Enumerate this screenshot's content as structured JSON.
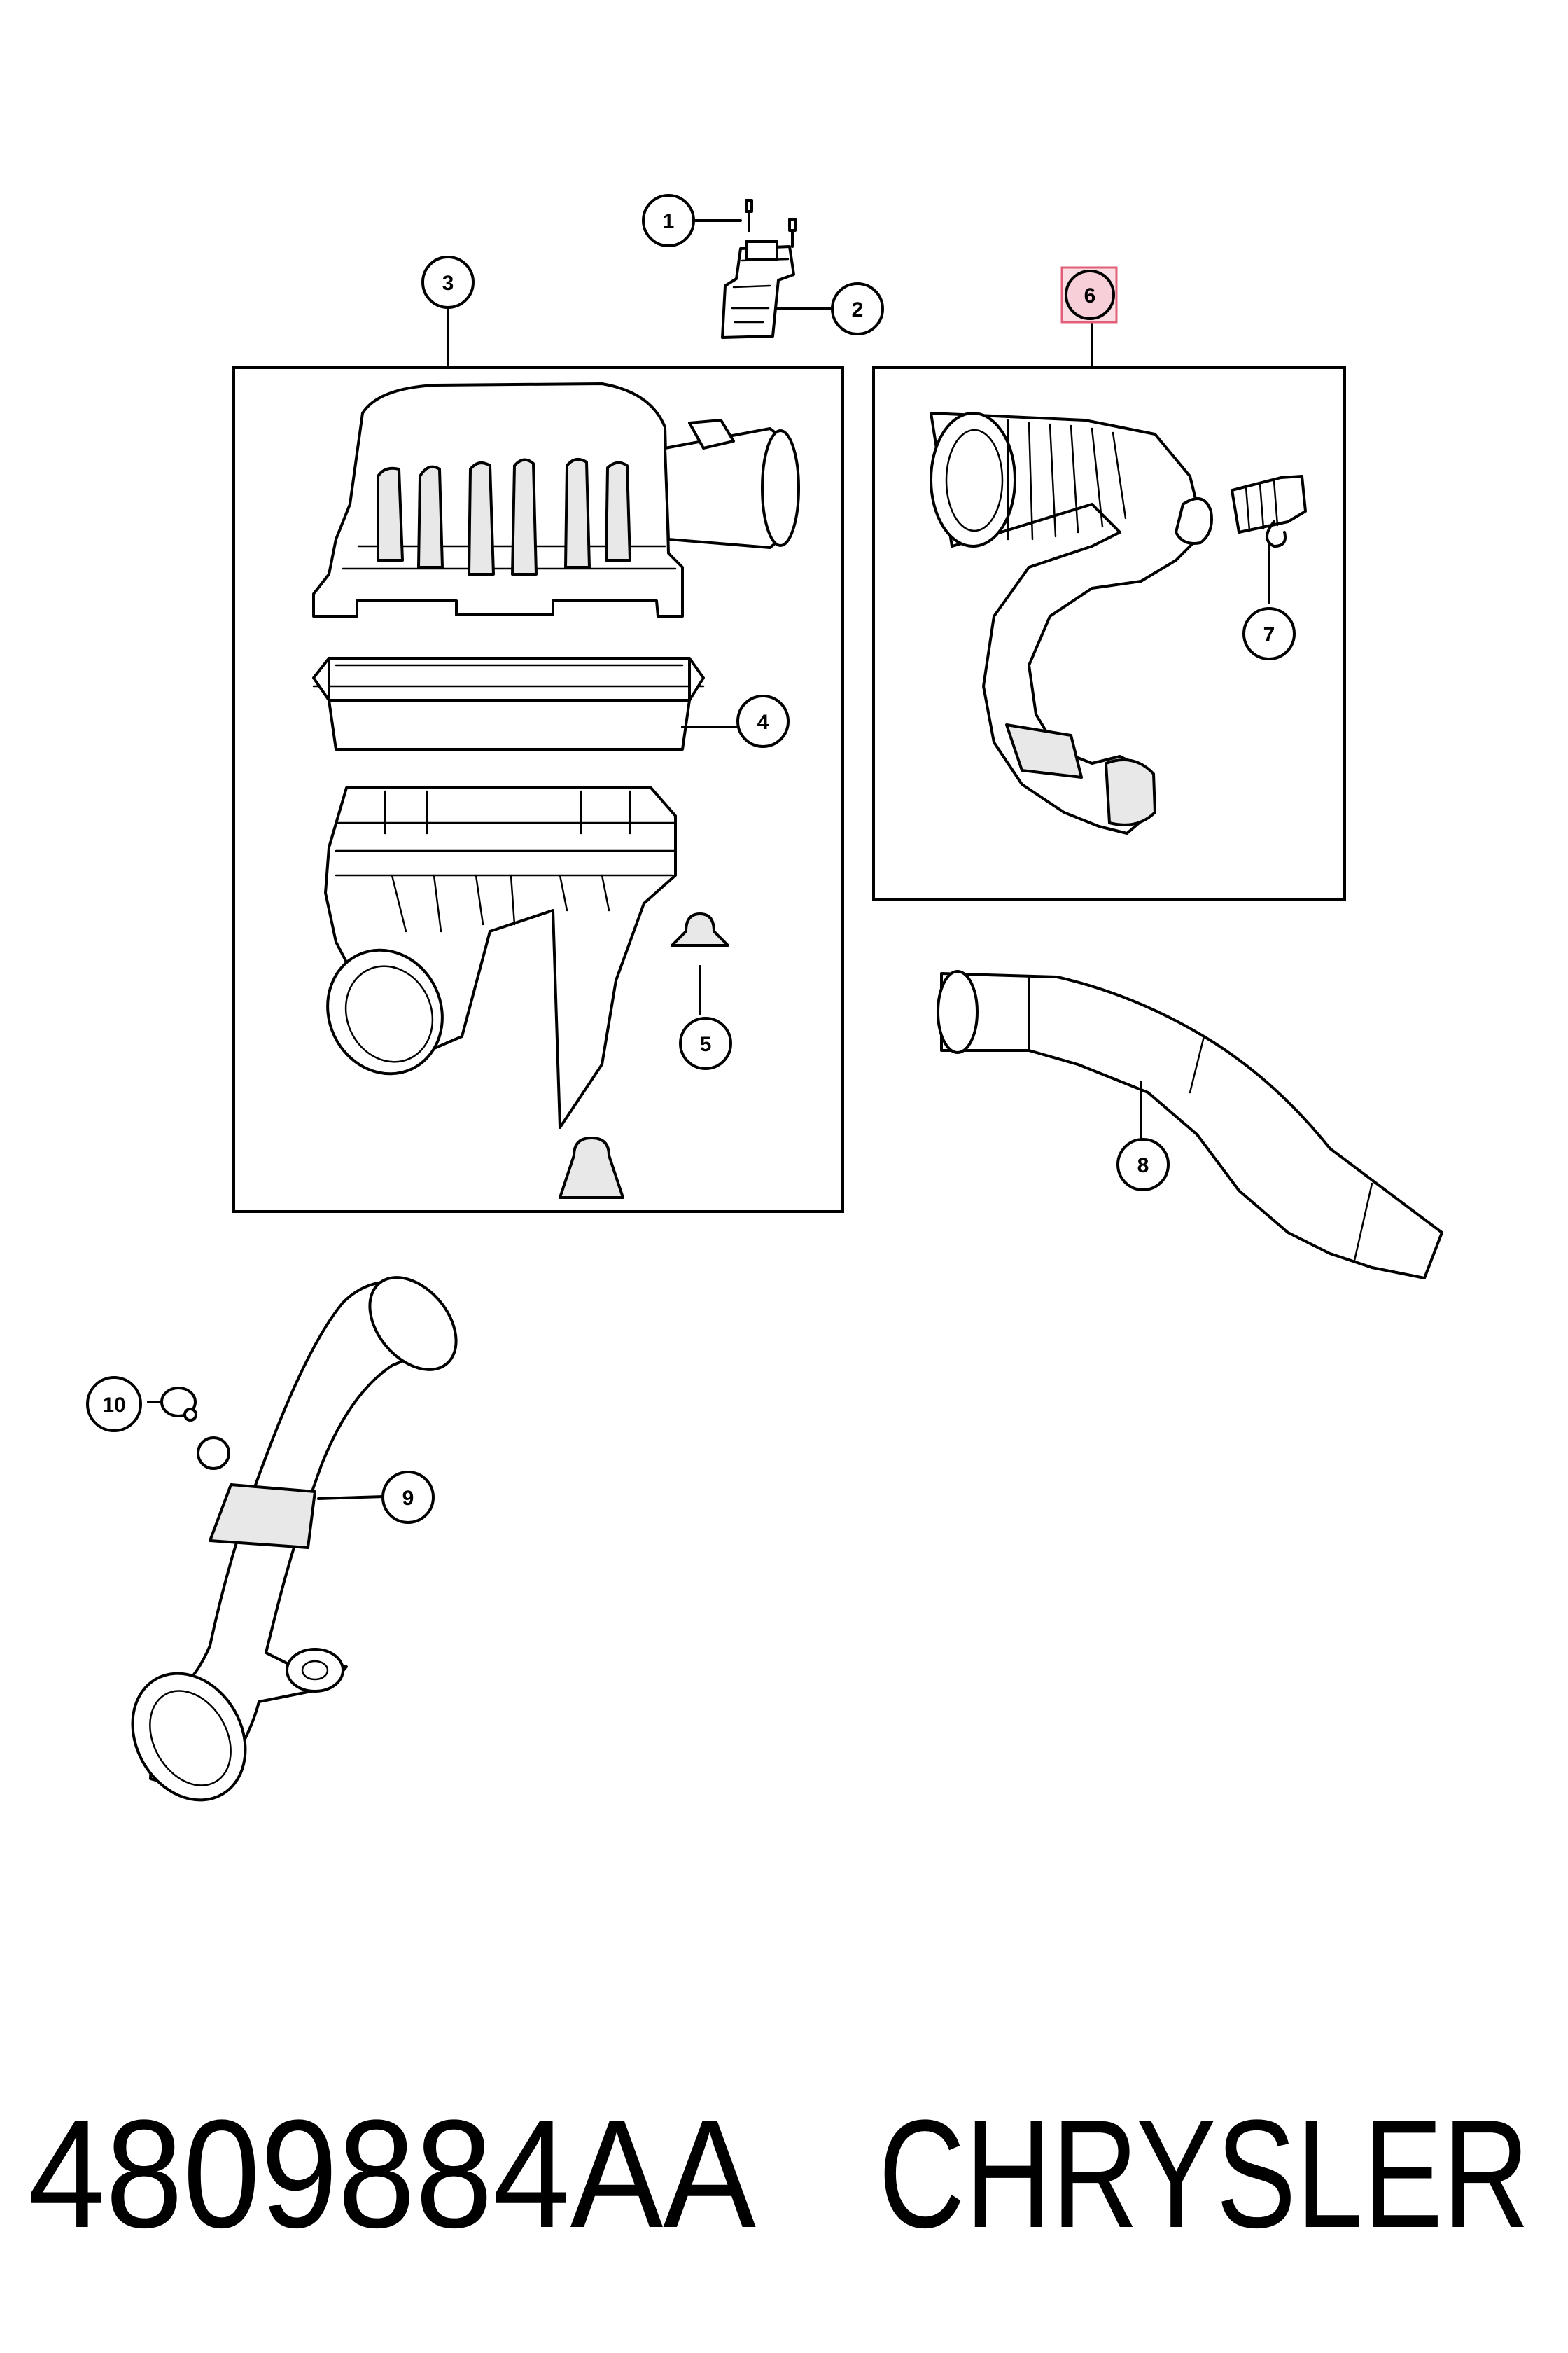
{
  "callouts": [
    {
      "id": "1",
      "label": "1",
      "highlighted": false
    },
    {
      "id": "2",
      "label": "2",
      "highlighted": false
    },
    {
      "id": "3",
      "label": "3",
      "highlighted": false
    },
    {
      "id": "4",
      "label": "4",
      "highlighted": false
    },
    {
      "id": "5",
      "label": "5",
      "highlighted": false
    },
    {
      "id": "6",
      "label": "6",
      "highlighted": true
    },
    {
      "id": "7",
      "label": "7",
      "highlighted": false
    },
    {
      "id": "8",
      "label": "8",
      "highlighted": false
    },
    {
      "id": "9",
      "label": "9",
      "highlighted": false
    },
    {
      "id": "10",
      "label": "10",
      "highlighted": false
    }
  ],
  "footer": {
    "part_number": "4809884AA",
    "brand": "CHRYSLER"
  },
  "colors": {
    "highlight_fill": "#f9dde3",
    "highlight_stroke": "#e0607a",
    "line": "#000000",
    "background": "#ffffff"
  }
}
